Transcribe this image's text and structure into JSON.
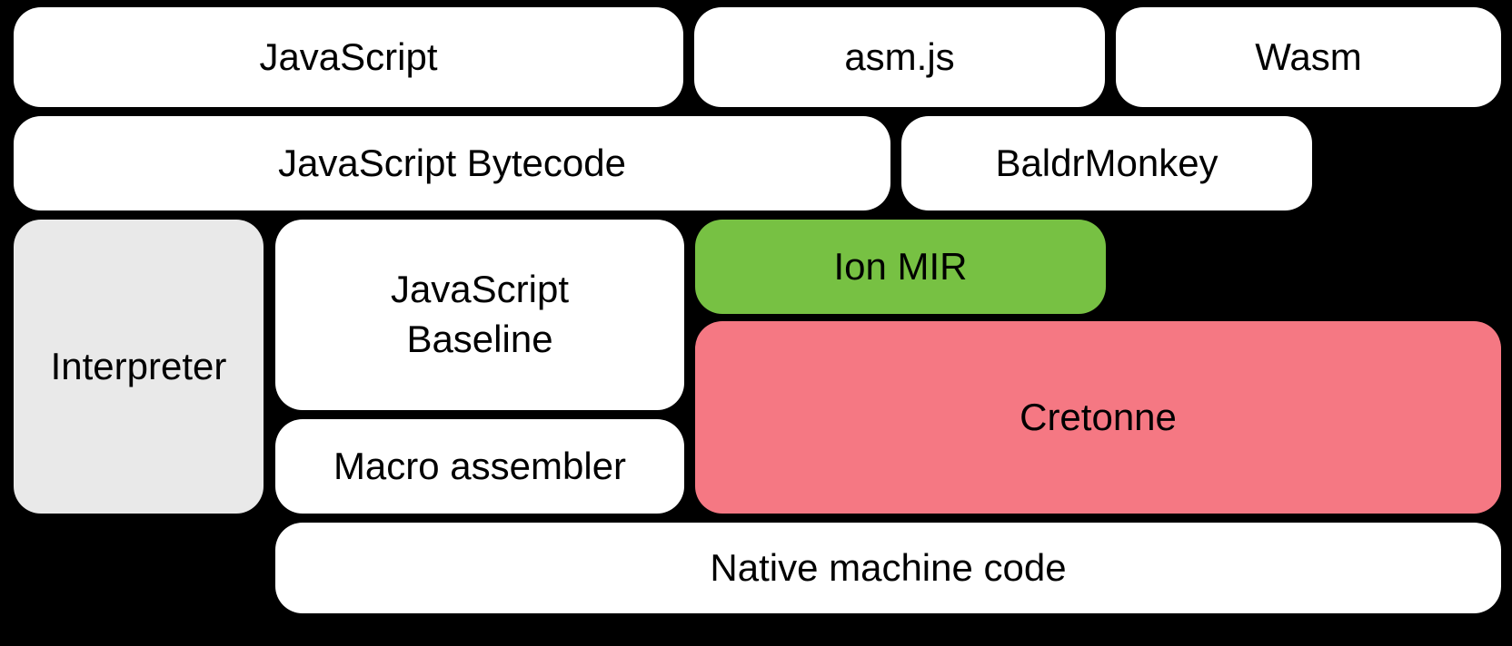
{
  "colors": {
    "background": "#000000",
    "box_white": "#ffffff",
    "box_gray": "#e9e9e9",
    "box_green": "#77c143",
    "box_pink": "#f57883",
    "text": "#000000"
  },
  "boxes": [
    {
      "id": "javascript",
      "label": "JavaScript"
    },
    {
      "id": "asm-js",
      "label": "asm.js"
    },
    {
      "id": "wasm",
      "label": "Wasm"
    },
    {
      "id": "javascript-bytecode",
      "label": "JavaScript Bytecode"
    },
    {
      "id": "baldrmonkey",
      "label": "BaldrMonkey"
    },
    {
      "id": "interpreter",
      "label": "Interpreter"
    },
    {
      "id": "javascript-baseline",
      "label": "JavaScript Baseline",
      "lines": [
        "JavaScript",
        "Baseline"
      ]
    },
    {
      "id": "ion-mir",
      "label": "Ion MIR"
    },
    {
      "id": "cretonne",
      "label": "Cretonne"
    },
    {
      "id": "macro-assembler",
      "label": "Macro assembler"
    },
    {
      "id": "native-machine-code",
      "label": "Native machine code"
    }
  ]
}
